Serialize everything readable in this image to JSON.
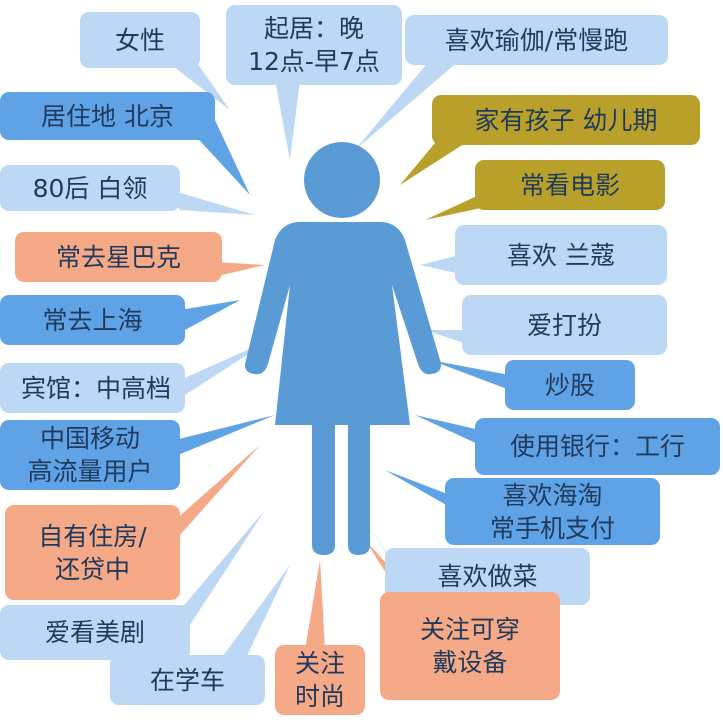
{
  "colors": {
    "light": "#bcd8f4",
    "mid": "#5fa3e6",
    "gold": "#b8a02a",
    "orange": "#f6a987",
    "figure": "#5b9bd5",
    "text": "#1f3a5c"
  },
  "figure": {
    "icon": "female-person-icon"
  },
  "tags": {
    "gender": "女性",
    "sleep_1": "起居：晚",
    "sleep_2": "12点-早7点",
    "sport": "喜欢瑜伽/常慢跑",
    "residence": "居住地 北京",
    "children": "家有孩子 幼儿期",
    "age": "80后 白领",
    "movie": "常看电影",
    "starbucks": "常去星巴克",
    "cosmetic": "喜欢 兰蔻",
    "shanghai": "常去上海",
    "dress": "爱打扮",
    "hotel": "宾馆：中高档",
    "stock": "炒股",
    "mobile_1": "中国移动",
    "mobile_2": "高流量用户",
    "bank": "使用银行：工行",
    "shop_1": "喜欢海淘",
    "shop_2": "常手机支付",
    "house_1": "自有住房/",
    "house_2": "还贷中",
    "cook": "喜欢做菜",
    "tv": "爱看美剧",
    "wear_1": "关注可穿",
    "wear_2": "戴设备",
    "fashion_1": "关注",
    "fashion_2": "时尚",
    "driving": "在学车"
  }
}
